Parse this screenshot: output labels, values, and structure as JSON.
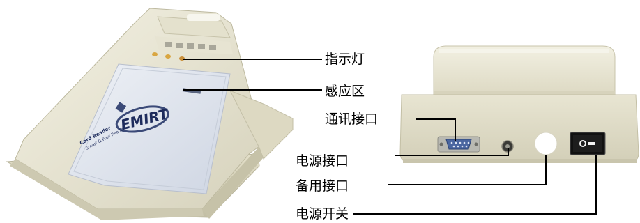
{
  "labels": {
    "indicator": "指示灯",
    "sensing_area": "感应区",
    "comm_port": "通讯接口",
    "power_port": "电源接口",
    "spare_port": "备用接口",
    "power_switch": "电源开关"
  },
  "device_front": {
    "logo_text": "EMIRT",
    "card_lines": [
      "Card Reader",
      "Smart & Prox Reader"
    ]
  },
  "colors": {
    "body": "#e9e6d3",
    "body_shadow": "#c9c5ad",
    "panel": "#dfe4ee",
    "switch": "#111111",
    "led": "#d9a642"
  }
}
